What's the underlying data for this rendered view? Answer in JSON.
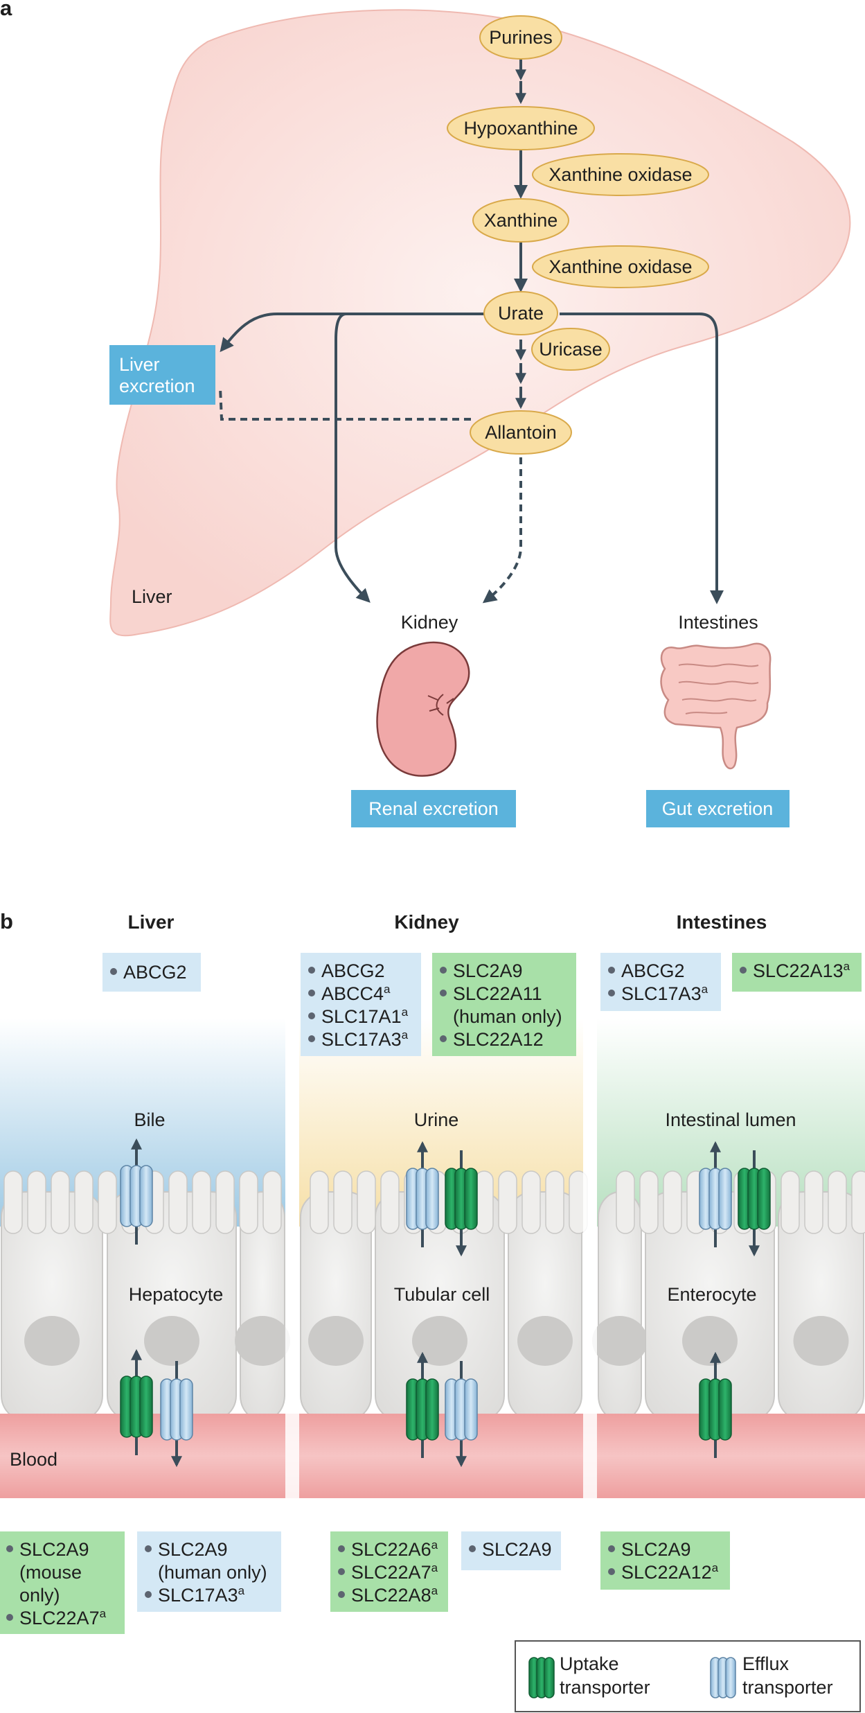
{
  "panel_a": {
    "panel_label": "a",
    "pathway": {
      "purines": "Purines",
      "hypoxanthine": "Hypoxanthine",
      "xanthine_oxidase_1": "Xanthine oxidase",
      "xanthine": "Xanthine",
      "xanthine_oxidase_2": "Xanthine oxidase",
      "urate": "Urate",
      "uricase": "Uricase",
      "allantoin": "Allantoin"
    },
    "liver_label": "Liver",
    "liver_excretion": [
      "Liver",
      "excretion"
    ],
    "kidney_label": "Kidney",
    "intestines_label": "Intestines",
    "renal_excretion": "Renal excretion",
    "gut_excretion": "Gut excretion"
  },
  "panel_b": {
    "panel_label": "b",
    "columns": {
      "liver": {
        "heading": "Liver",
        "top_efflux": [
          "ABCG2"
        ],
        "lumen_label": "Bile",
        "cell_label": "Hepatocyte",
        "bottom_uptake": [
          {
            "line1": "SLC2A9",
            "line2": "(mouse",
            "line3": "only)"
          },
          {
            "name": "SLC22A7",
            "sup": "a"
          }
        ],
        "bottom_efflux": [
          {
            "line1": "SLC2A9",
            "line2": "(human only)"
          },
          {
            "name": "SLC17A3",
            "sup": "a"
          }
        ]
      },
      "kidney": {
        "heading": "Kidney",
        "top_efflux": [
          {
            "name": "ABCG2",
            "sup": ""
          },
          {
            "name": "ABCC4",
            "sup": "a"
          },
          {
            "name": "SLC17A1",
            "sup": "a"
          },
          {
            "name": "SLC17A3",
            "sup": "a"
          }
        ],
        "top_uptake": [
          {
            "line1": "SLC2A9"
          },
          {
            "line1": "SLC22A11",
            "line2": "(human only)"
          },
          {
            "line1": "SLC22A12"
          }
        ],
        "lumen_label": "Urine",
        "cell_label": "Tubular cell",
        "bottom_uptake": [
          {
            "name": "SLC22A6",
            "sup": "a"
          },
          {
            "name": "SLC22A7",
            "sup": "a"
          },
          {
            "name": "SLC22A8",
            "sup": "a"
          }
        ],
        "bottom_efflux": [
          "SLC2A9"
        ]
      },
      "intestines": {
        "heading": "Intestines",
        "top_efflux": [
          {
            "name": "ABCG2",
            "sup": ""
          },
          {
            "name": "SLC17A3",
            "sup": "a"
          }
        ],
        "top_uptake": [
          {
            "name": "SLC22A13",
            "sup": "a"
          }
        ],
        "lumen_label": "Intestinal lumen",
        "cell_label": "Enterocyte",
        "bottom_uptake": [
          {
            "name": "SLC2A9",
            "sup": ""
          },
          {
            "name": "SLC22A12",
            "sup": "a"
          }
        ]
      }
    },
    "blood_label": "Blood",
    "legend": {
      "uptake": [
        "Uptake",
        "transporter"
      ],
      "efflux": [
        "Efflux",
        "transporter"
      ]
    }
  },
  "colors": {
    "liver_fill": "#f8d6d2",
    "node_fill": "#f9dfa4",
    "node_stroke": "#d9a94a",
    "blue_box": "#5bb3dc",
    "efflux_box": "#d4e8f5",
    "uptake_box": "#a8e0a8",
    "uptake_transporter": "#1f9a55",
    "efflux_transporter": "#a9cde8",
    "arrow": "#3b4d5a",
    "blood": "#eea3a3",
    "bile": "#9dc9e4",
    "urine": "#f6dfa6",
    "lumen": "#b6dfbf"
  }
}
